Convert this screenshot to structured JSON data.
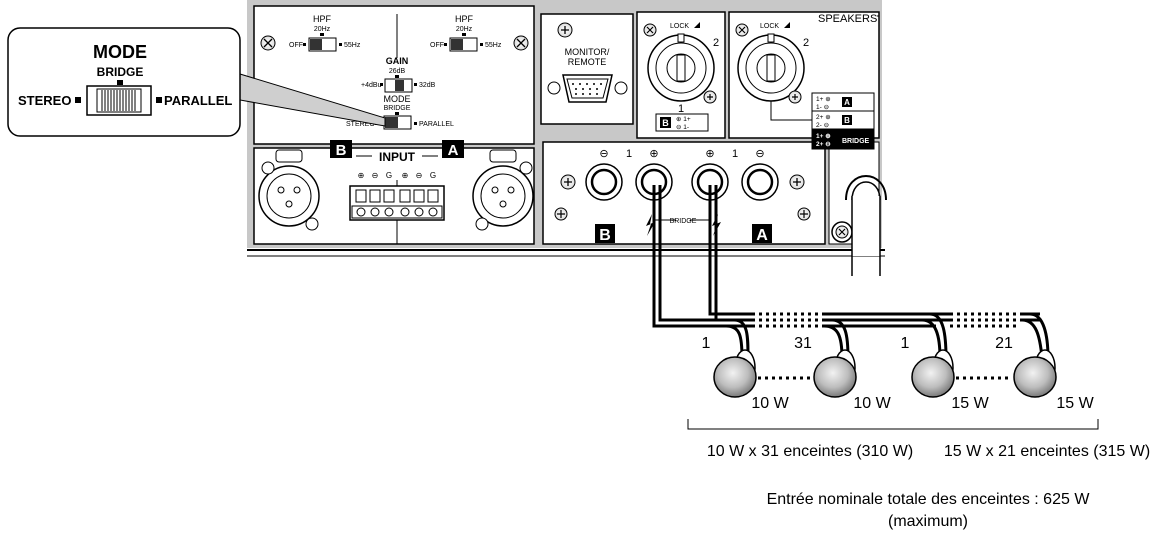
{
  "zoom_callout": {
    "mode_title": "MODE",
    "bridge": "BRIDGE",
    "stereo": "STEREO",
    "parallel": "PARALLEL"
  },
  "panel": {
    "hpf_b": {
      "title": "HPF",
      "freq": "20Hz",
      "off": "OFF",
      "hz": "55Hz"
    },
    "hpf_a": {
      "title": "HPF",
      "freq": "20Hz",
      "off": "OFF",
      "hz": "55Hz"
    },
    "gain": {
      "title": "GAIN",
      "center": "26dB",
      "low": "+4dBu",
      "high": "32dB"
    },
    "mode": {
      "title": "MODE",
      "bridge": "BRIDGE",
      "stereo": "STEREO",
      "parallel": "PARALLEL"
    },
    "input_title": "INPUT",
    "channel_b": "B",
    "channel_a": "A",
    "terminal_labels": [
      "⊕",
      "⊖",
      "G",
      "⊕",
      "⊖",
      "G"
    ],
    "monitor_line1": "MONITOR/",
    "monitor_line2": "REMOTE",
    "speakers_title": "SPEAKERS",
    "lock_1": "LOCK",
    "lock_2": "LOCK",
    "speakon_2_left": "2",
    "speakon_2_right": "2",
    "speakon_1_left": "1",
    "pin_box_left": {
      "ch": "B",
      "l1": "⊕ 1+",
      "l2": "⊖ 1-"
    },
    "pin_table": {
      "row1": "1+ ⊕\n1- ⊖",
      "row1_ch": "A",
      "row2": "2+ ⊕\n2- ⊖",
      "row2_ch": "B",
      "row3": "1+ ⊕\n2+ ⊖",
      "row3_label": "BRIDGE"
    },
    "binding_post_labels": [
      "⊖",
      "1",
      "⊕",
      "⊕",
      "1",
      "⊖"
    ],
    "bridge_label": "BRIDGE",
    "bottom_b": "B",
    "bottom_a": "A"
  },
  "diagram": {
    "speaker_numbers": [
      "1",
      "31",
      "1",
      "21"
    ],
    "speaker_watts": [
      "10 W",
      "10 W",
      "15 W",
      "15 W"
    ],
    "group_1": "10 W x 31 enceintes (310 W)",
    "group_2": "15 W x 21 enceintes (315 W)",
    "total_line1": "Entrée nominale totale des enceintes : 625 W",
    "total_line2": "(maximum)"
  }
}
